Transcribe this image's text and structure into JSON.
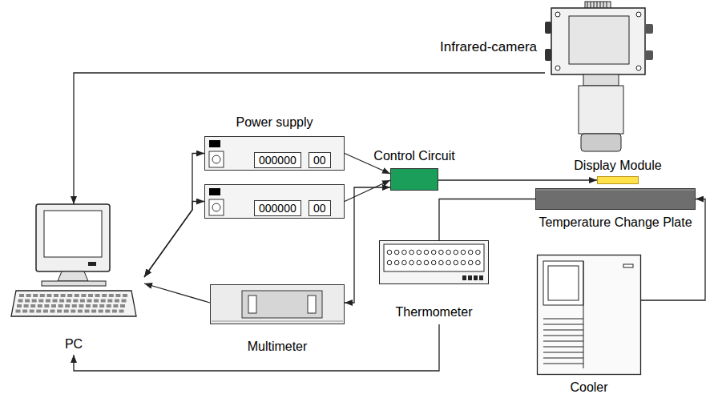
{
  "diagram": {
    "nodes": [
      {
        "text": [
          "Infrared-camera"
        ]
      },
      {
        "text": [
          "Power supply",
          "000000",
          "00"
        ]
      },
      {
        "text": [
          "000000",
          "00"
        ]
      },
      {
        "text": [
          "Control Circuit"
        ]
      },
      {
        "text": [
          "Display Module"
        ]
      },
      {
        "text": [
          "Temperature Change Plate"
        ]
      },
      {
        "text": [
          "PC"
        ]
      },
      {
        "text": [
          "Multimeter"
        ]
      },
      {
        "text": [
          "Thermometer"
        ]
      },
      {
        "text": [
          "Cooler"
        ]
      }
    ],
    "edges": [
      {
        "from": 0,
        "to": 6,
        "arrow": "to"
      },
      {
        "from": 6,
        "to": 1,
        "arrow": "both"
      },
      {
        "from": 6,
        "to": 2,
        "arrow": "both"
      },
      {
        "from": 1,
        "to": 3,
        "arrow": "to"
      },
      {
        "from": 2,
        "to": 3,
        "arrow": "to"
      },
      {
        "from": 3,
        "to": 4,
        "arrow": "to"
      },
      {
        "from": 3,
        "to": 7,
        "arrow": "both"
      },
      {
        "from": 7,
        "to": 6,
        "arrow": "to"
      },
      {
        "from": 8,
        "to": 5,
        "arrow": "none"
      },
      {
        "from": 8,
        "to": 6,
        "arrow": "to"
      },
      {
        "from": 9,
        "to": 5,
        "arrow": "to"
      }
    ]
  }
}
